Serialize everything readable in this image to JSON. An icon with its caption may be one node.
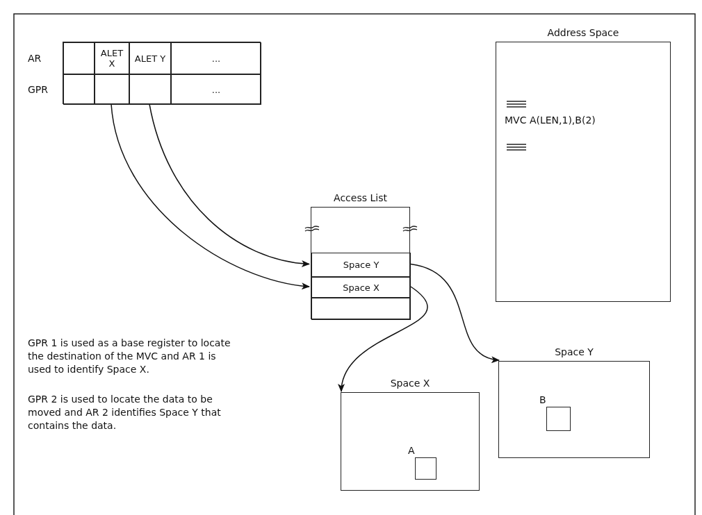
{
  "diagram": {
    "nodes": [
      {
        "text": [],
        "shape": "box"
      },
      {
        "text": [],
        "shape": "box",
        "in": 0
      },
      {
        "text": [
          "ALET X"
        ],
        "in": 0
      },
      {
        "text": [
          "ALET Y"
        ],
        "in": 0
      },
      {
        "text": [
          "..."
        ],
        "in": 0
      },
      {
        "text": [],
        "shape": "box",
        "in": 0
      },
      {
        "text": [],
        "shape": "box",
        "in": 0
      },
      {
        "text": [],
        "shape": "box",
        "in": 0
      },
      {
        "text": [
          "..."
        ],
        "in": 0
      },
      {
        "text": [
          "Access List"
        ]
      },
      {
        "text": [
          "Space Y"
        ],
        "in": 9
      },
      {
        "text": [
          "Space X"
        ],
        "in": 9
      },
      {
        "text": [],
        "shape": "box",
        "in": 9
      },
      {
        "text": [
          "Address Space",
          "MVC A(LEN,1),B(2)"
        ]
      },
      {
        "text": [
          "Space X"
        ]
      },
      {
        "text": [],
        "shape": "box",
        "in": 14,
        "beside": [
          "A"
        ]
      },
      {
        "text": [
          "Space Y"
        ]
      },
      {
        "text": [],
        "shape": "box",
        "in": 16,
        "beside": [
          "B"
        ]
      }
    ],
    "edges": [
      {
        "from": 6,
        "to": 11,
        "arrow": "to"
      },
      {
        "from": 7,
        "to": 10,
        "arrow": "to"
      },
      {
        "from": 10,
        "to": 16,
        "arrow": "to"
      },
      {
        "from": 11,
        "to": 14,
        "arrow": "to"
      }
    ],
    "labels": [
      "AR",
      "GPR",
      "GPR 1 is used as a base register to locate the destination of the MVC and AR 1 is used to identify Space X.",
      "GPR 2 is used to locate the data to be moved and AR 2 identifies Space Y that contains the data."
    ]
  }
}
